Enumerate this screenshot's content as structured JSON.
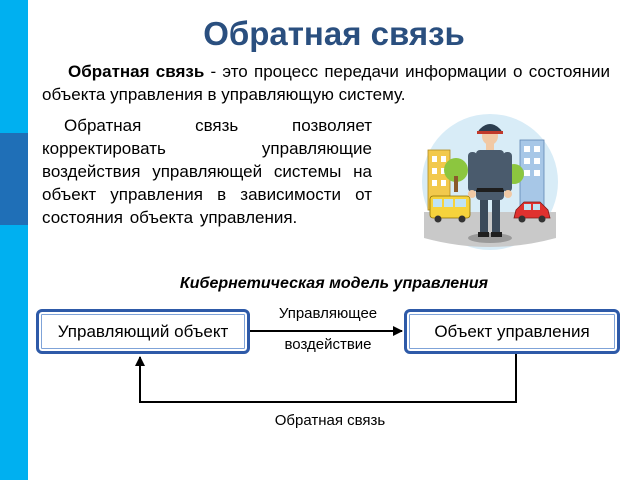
{
  "title": "Обратная связь",
  "definition": {
    "term": "Обратная связь",
    "rest": " - это процесс передачи информации о состоянии объекта управления в управляющую систему."
  },
  "paragraph": "Обратная связь позволяет корректировать управляющие воздействия управляющей системы на объект управления в зависимости от состояния объекта управления.",
  "model_caption": "Кибернетическая модель управления",
  "diagram": {
    "controller_label": "Управляющий объект",
    "object_label": "Объект управления",
    "control_label_line1": "Управляющее",
    "control_label_line2": "воздействие",
    "feedback_label": "Обратная связь"
  },
  "illustration_icon": "traffic-policeman-illustration",
  "colors": {
    "title": "#2a4f7f",
    "sidebar": "#00b0f0",
    "sidebar_accent": "#1f6fb7",
    "box_border": "#2e5aa8"
  }
}
